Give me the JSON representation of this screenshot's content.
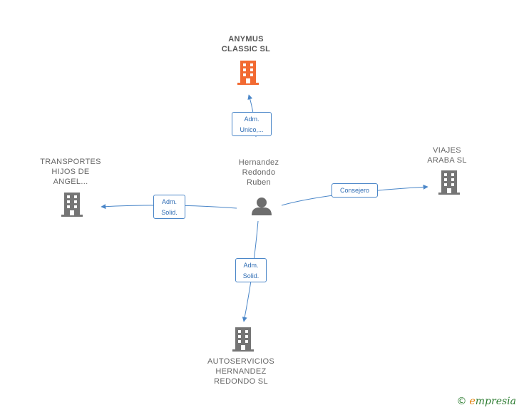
{
  "center": {
    "name": "Hernandez\nRedondo\nRuben"
  },
  "nodes": {
    "anymus": {
      "name": "ANYMUS\nCLASSIC  SL",
      "color": "#f26a32"
    },
    "transportes": {
      "name": "TRANSPORTES\nHIJOS DE\nANGEL...",
      "color": "#757575"
    },
    "viajes": {
      "name": "VIAJES\nARABA SL",
      "color": "#757575"
    },
    "autoservicios": {
      "name": "AUTOSERVICIOS\nHERNANDEZ\nREDONDO  SL",
      "color": "#757575"
    }
  },
  "edges": {
    "anymus": "Adm.\nUnico,...",
    "transportes": "Adm.\nSolid.",
    "viajes": "Consejero",
    "autoservicios": "Adm.\nSolid."
  },
  "colors": {
    "edge": "#4a86c8",
    "person": "#6d6d6d"
  },
  "footer": {
    "copyright": "©",
    "brand_initial": "e",
    "brand_rest": "mpresia"
  }
}
